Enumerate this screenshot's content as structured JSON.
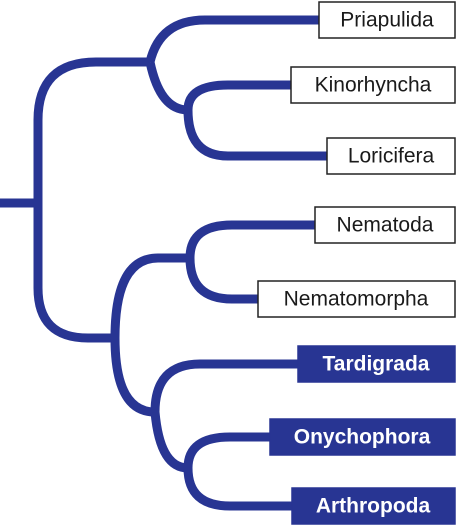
{
  "colors": {
    "branch": "#283593",
    "box_border": "#222222",
    "box_fill": "#ffffff",
    "text": "#1a1a1a",
    "highlight_fill": "#283593",
    "highlight_text": "#ffffff"
  },
  "taxa": [
    {
      "label": "Priapulida",
      "highlighted": false
    },
    {
      "label": "Kinorhyncha",
      "highlighted": false
    },
    {
      "label": "Loricifera",
      "highlighted": false
    },
    {
      "label": "Nematoda",
      "highlighted": false
    },
    {
      "label": "Nematomorpha",
      "highlighted": false
    },
    {
      "label": "Tardigrada",
      "highlighted": true
    },
    {
      "label": "Onychophora",
      "highlighted": true
    },
    {
      "label": "Arthropoda",
      "highlighted": true
    }
  ]
}
